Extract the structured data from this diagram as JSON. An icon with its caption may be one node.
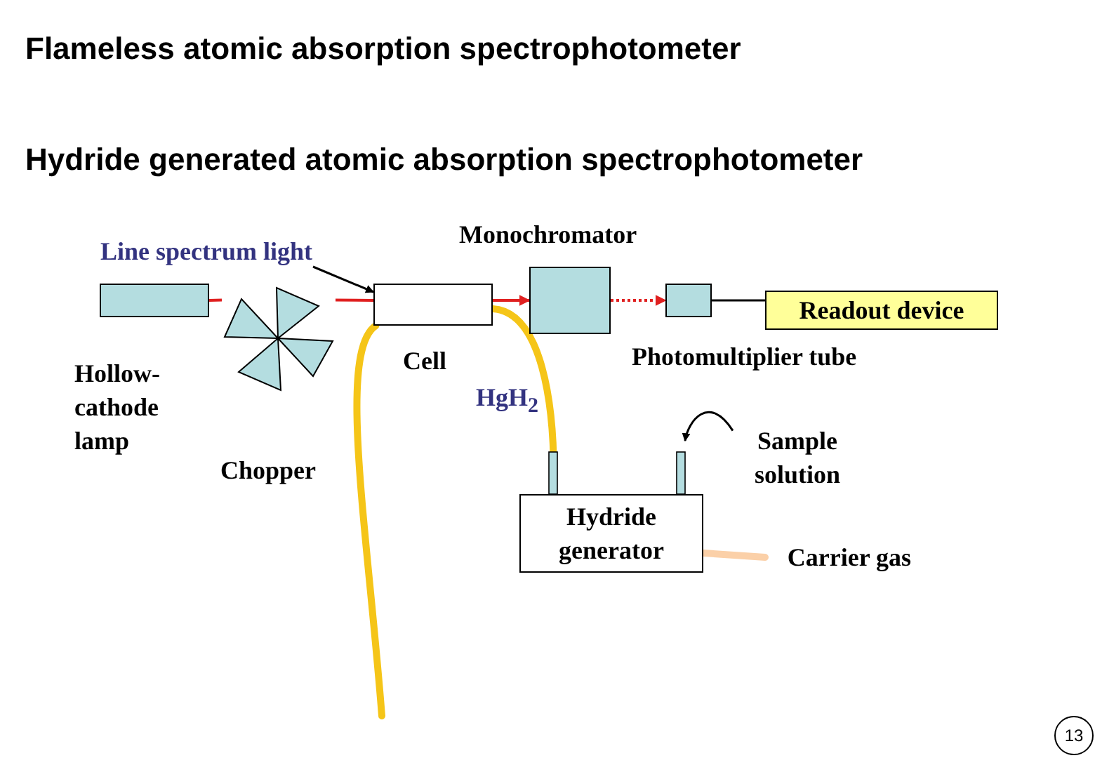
{
  "diagram": {
    "title": "Flameless atomic absorption spectrophotometer",
    "nodes": [
      {
        "text": [
          "Line spectrum light"
        ]
      },
      {
        "text": [],
        "shape": "box",
        "beside": [
          "Hollow-cathode lamp"
        ]
      },
      {
        "text": [],
        "shape": "fan",
        "beside": [
          "Chopper"
        ]
      },
      {
        "text": [],
        "shape": "box",
        "beside": [
          "Cell"
        ]
      },
      {
        "text": [],
        "shape": "box",
        "beside": [
          "Monochromator"
        ]
      },
      {
        "text": [],
        "shape": "box",
        "beside": [
          "Photomultiplier tube"
        ]
      },
      {
        "text": [
          "Readout device"
        ]
      },
      {
        "text": [
          "Hydride generator"
        ]
      },
      {
        "text": [
          "Sample solution"
        ]
      },
      {
        "text": [
          "Carrier gas"
        ]
      }
    ],
    "edges": [
      {
        "from": 0,
        "to": 3,
        "arrow": "to",
        "color": "#000000"
      },
      {
        "from": 1,
        "to": 2,
        "arrow": "none",
        "color": "#e02020"
      },
      {
        "from": 2,
        "to": 3,
        "arrow": "none",
        "color": "#e02020"
      },
      {
        "from": 3,
        "to": 4,
        "arrow": "to",
        "color": "#e02020"
      },
      {
        "from": 4,
        "to": 5,
        "arrow": "to",
        "style": "dashed",
        "color": "#e02020"
      },
      {
        "from": 5,
        "to": 6,
        "arrow": "none",
        "color": "#000000"
      },
      {
        "from": 3,
        "to": 7,
        "arrow": "none",
        "style": "thick",
        "color": "#f5c518"
      },
      {
        "from": 3,
        "to": null,
        "arrow": "none",
        "style": "thick",
        "color": "#f5c518"
      },
      {
        "from": 8,
        "to": null,
        "arrow": "to",
        "color": "#000000"
      },
      {
        "from": 7,
        "to": 9,
        "arrow": "none",
        "style": "thick",
        "color": "#fbd0a8"
      }
    ],
    "labels": [
      "Hydride generated atomic absorption spectrophotometer",
      "HgH$_{2}$",
      "13"
    ]
  }
}
